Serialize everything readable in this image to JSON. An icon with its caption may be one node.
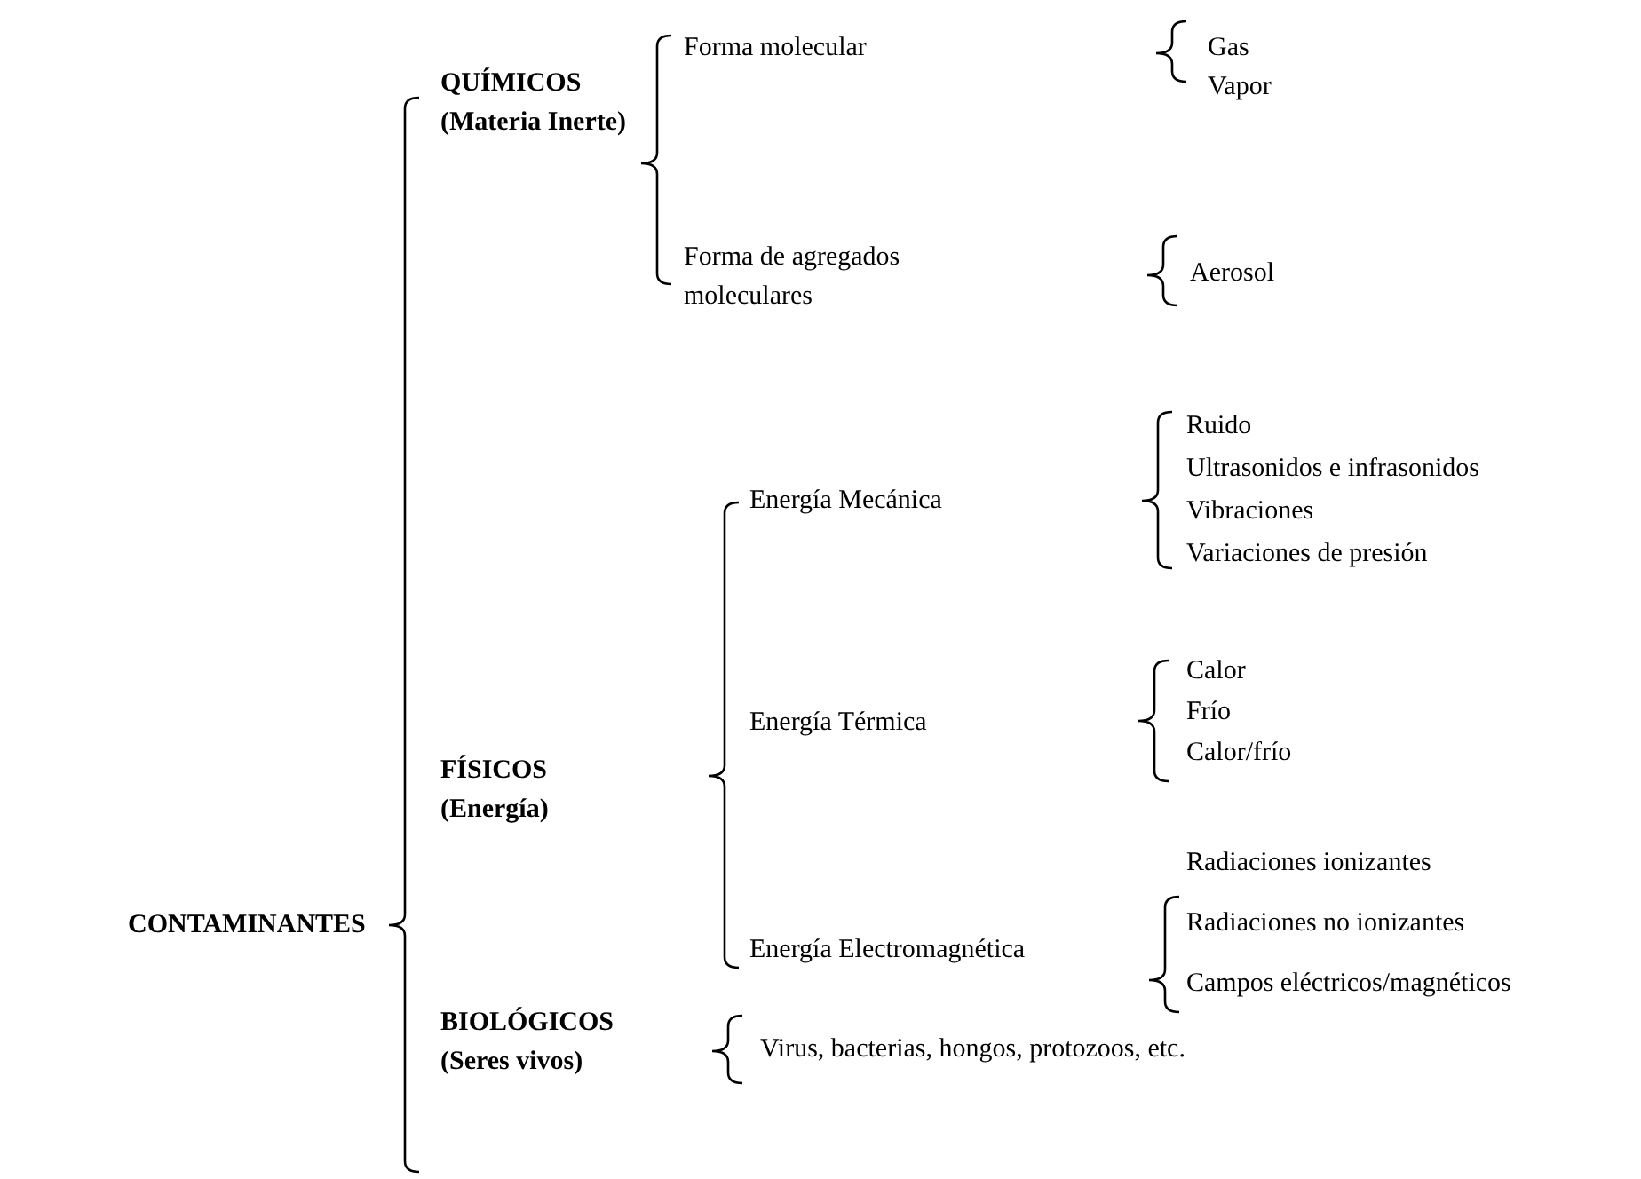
{
  "diagram": {
    "nodes": [
      {
        "text": [
          "CONTAMINANTES"
        ]
      },
      {
        "text": [
          "QUÍMICOS",
          "(Materia Inerte)"
        ]
      },
      {
        "text": [
          "Forma molecular"
        ]
      },
      {
        "text": [
          "Gas"
        ]
      },
      {
        "text": [
          "Vapor"
        ]
      },
      {
        "text": [
          "Forma de agregados moleculares"
        ]
      },
      {
        "text": [
          "Aerosol"
        ]
      },
      {
        "text": [
          "FÍSICOS",
          "(Energía)"
        ]
      },
      {
        "text": [
          "Energía Mecánica"
        ]
      },
      {
        "text": [
          "Ruido"
        ]
      },
      {
        "text": [
          "Ultrasonidos e infrasonidos"
        ]
      },
      {
        "text": [
          "Vibraciones"
        ]
      },
      {
        "text": [
          "Variaciones de presión"
        ]
      },
      {
        "text": [
          "Energía Térmica"
        ]
      },
      {
        "text": [
          "Calor"
        ]
      },
      {
        "text": [
          "Frío"
        ]
      },
      {
        "text": [
          "Calor/frío"
        ]
      },
      {
        "text": [
          "Energía Electromagnética"
        ]
      },
      {
        "text": [
          "Radiaciones ionizantes"
        ]
      },
      {
        "text": [
          "Radiaciones no ionizantes"
        ]
      },
      {
        "text": [
          "Campos eléctricos/magnéticos"
        ]
      },
      {
        "text": [
          "BIOLÓGICOS",
          "(Seres vivos)"
        ]
      },
      {
        "text": [
          "Virus, bacterias, hongos, protozoos, etc."
        ]
      }
    ]
  }
}
